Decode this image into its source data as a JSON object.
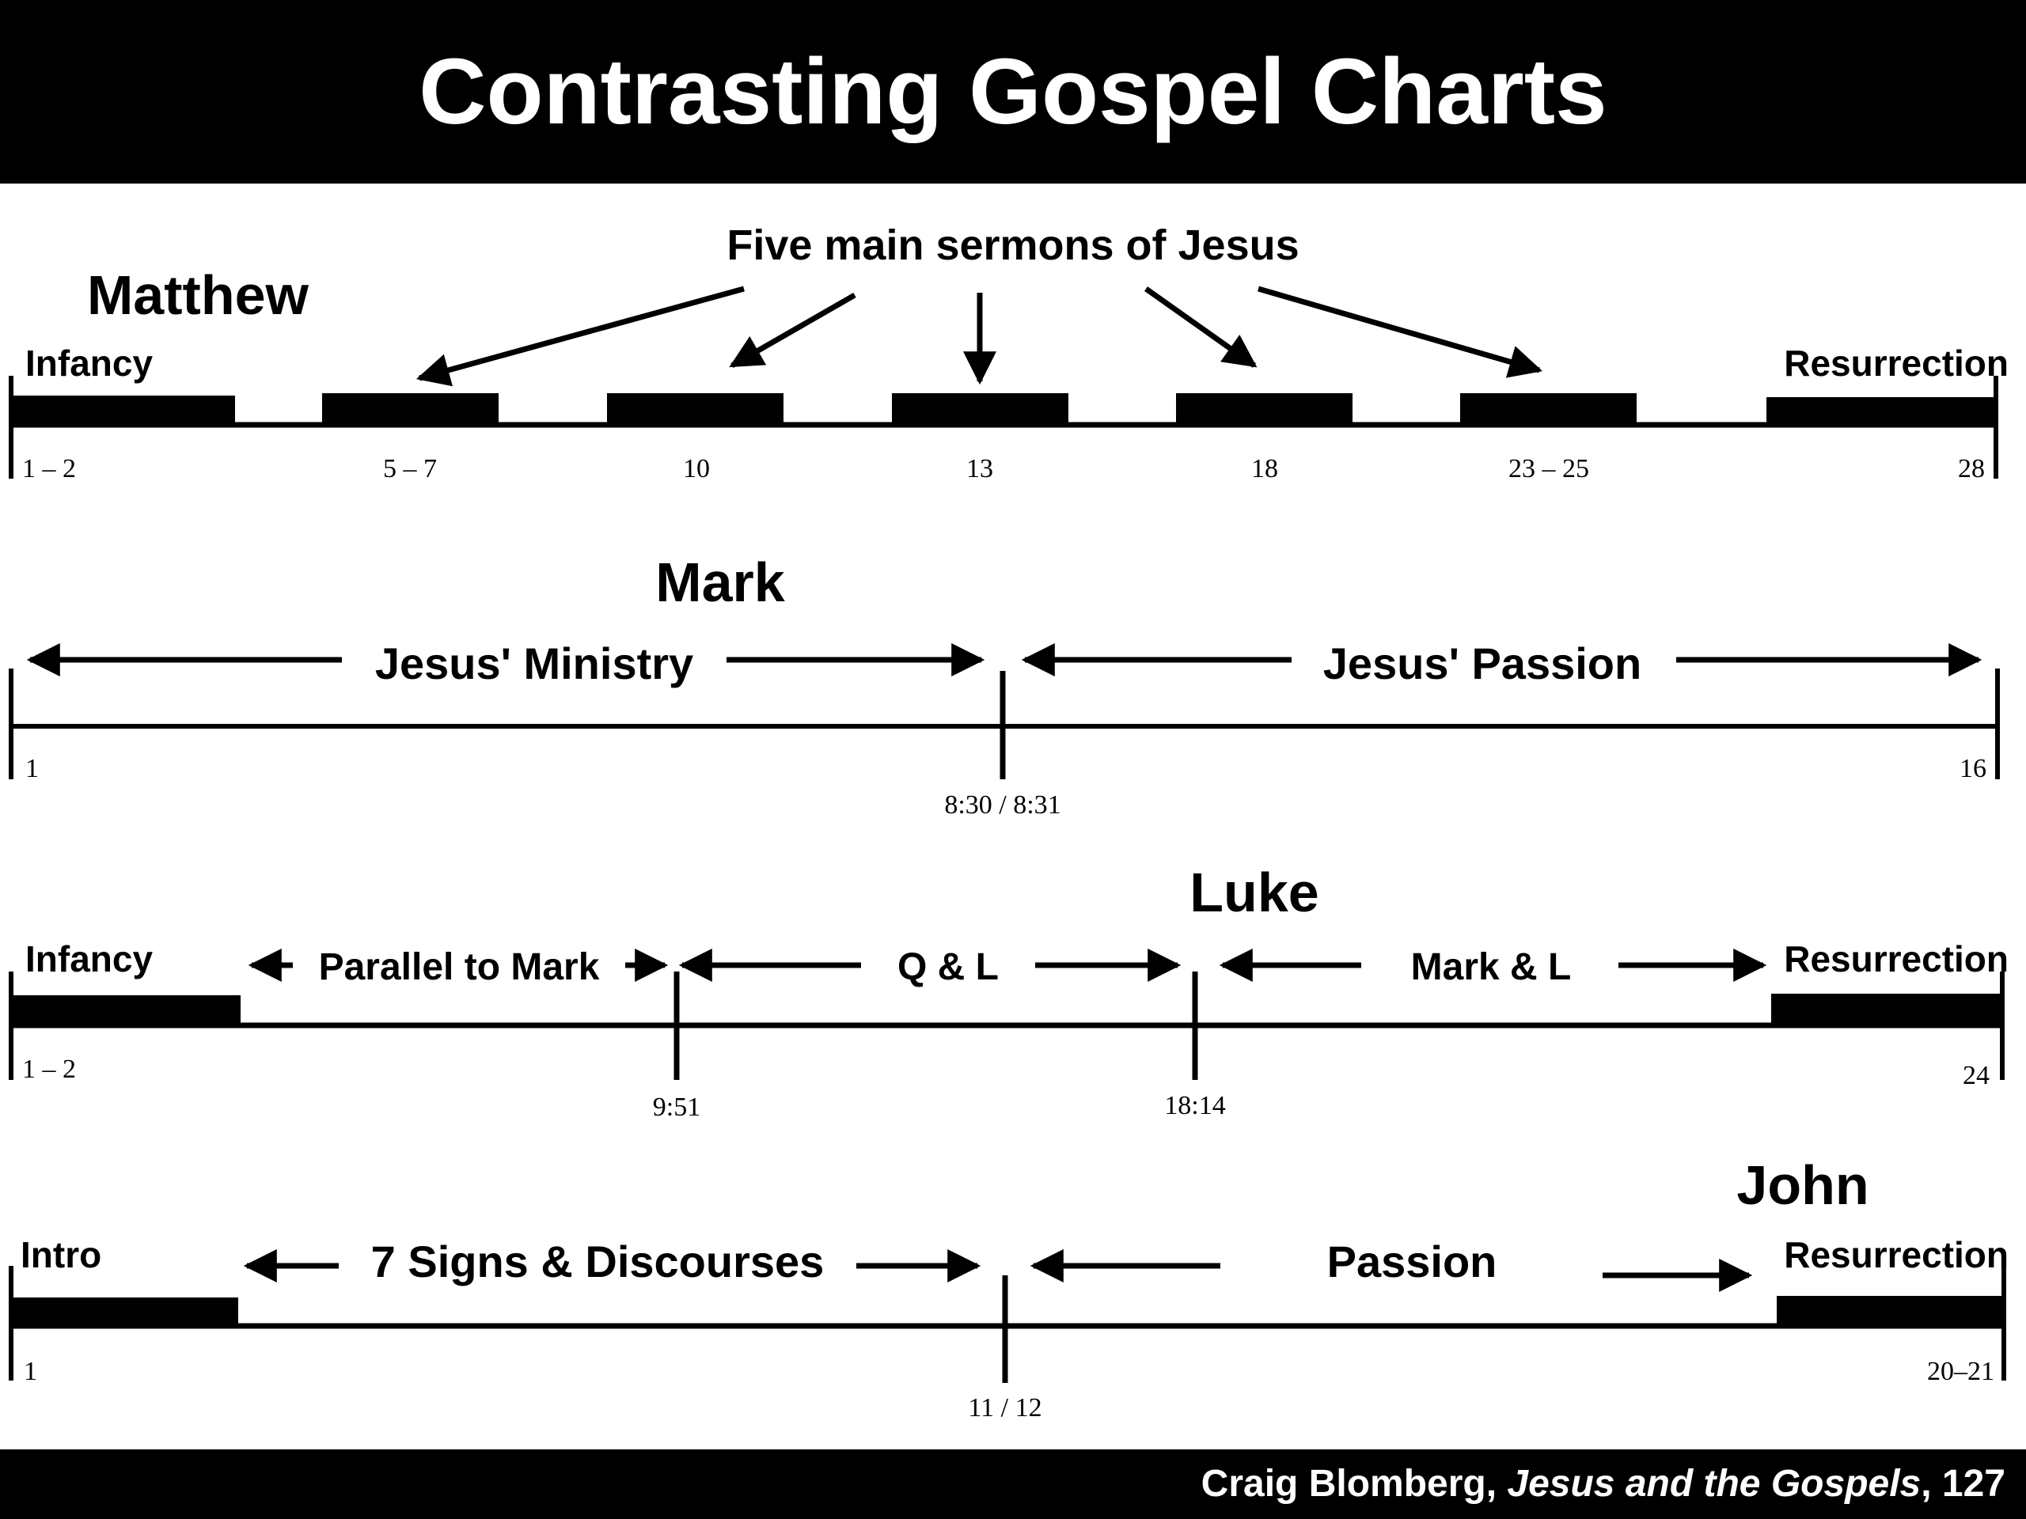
{
  "page_title": "Contrasting Gospel Charts",
  "footer": {
    "author": "Craig Blomberg, ",
    "book": "Jesus and the Gospels",
    "page": ", 127"
  },
  "colors": {
    "bar": "#000000",
    "background": "#ffffff",
    "header": "#000000",
    "header_text": "#ffffff"
  },
  "matthew": {
    "name": "Matthew",
    "note": "Five main sermons of Jesus",
    "left_label": "Infancy",
    "right_label": "Resurrection",
    "ticks": [
      "1 – 2",
      "5 – 7",
      "10",
      "13",
      "18",
      "23 – 25",
      "28"
    ]
  },
  "mark": {
    "name": "Mark",
    "section1": "Jesus' Ministry",
    "section2": "Jesus' Passion",
    "ticks": [
      "1",
      "16"
    ],
    "divider_label": "8:30 / 8:31"
  },
  "luke": {
    "name": "Luke",
    "left_label": "Infancy",
    "right_label": "Resurrection",
    "section1": "Parallel to Mark",
    "section2": "Q & L",
    "section3": "Mark & L",
    "ticks": [
      "1 – 2",
      "24"
    ],
    "divider1": "9:51",
    "divider2": "18:14"
  },
  "john": {
    "name": "John",
    "left_label": "Intro",
    "right_label": "Resurrection",
    "section1": "7 Signs & Discourses",
    "section2": "Passion",
    "ticks": [
      "1",
      "20–21"
    ],
    "divider_label": "11 / 12"
  }
}
